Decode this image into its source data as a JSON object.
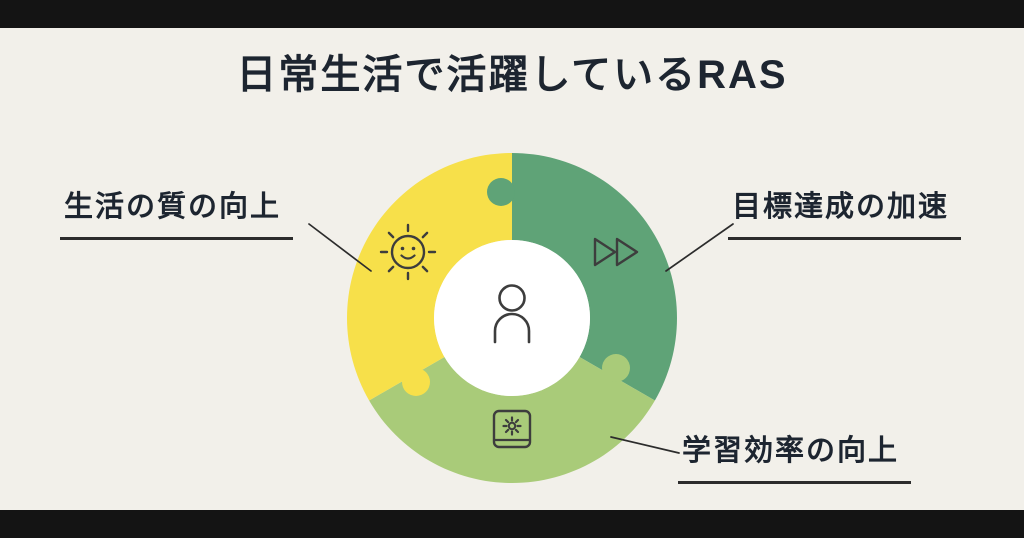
{
  "title": "日常生活で活躍しているRAS",
  "diagram": {
    "center_icon": "person-icon",
    "segments": [
      {
        "name": "quality-of-life",
        "label": "生活の質の向上",
        "color": "#f7e04a",
        "icon": "sun-smiley-icon",
        "position": "upper-left"
      },
      {
        "name": "goal-achievement",
        "label": "目標達成の加速",
        "color": "#5fa377",
        "icon": "fast-forward-icon",
        "position": "right"
      },
      {
        "name": "learning-efficiency",
        "label": "学習効率の向上",
        "color": "#a9cb79",
        "icon": "book-gear-icon",
        "position": "bottom"
      }
    ]
  },
  "colors": {
    "background": "#f2f0ea",
    "bar": "#141414",
    "text": "#1d2530",
    "yellow": "#f7e04a",
    "teal": "#5fa377",
    "lightgreen": "#a9cb79",
    "line": "#2c2c2c",
    "icon": "#3d3d3d",
    "center": "#ffffff"
  }
}
